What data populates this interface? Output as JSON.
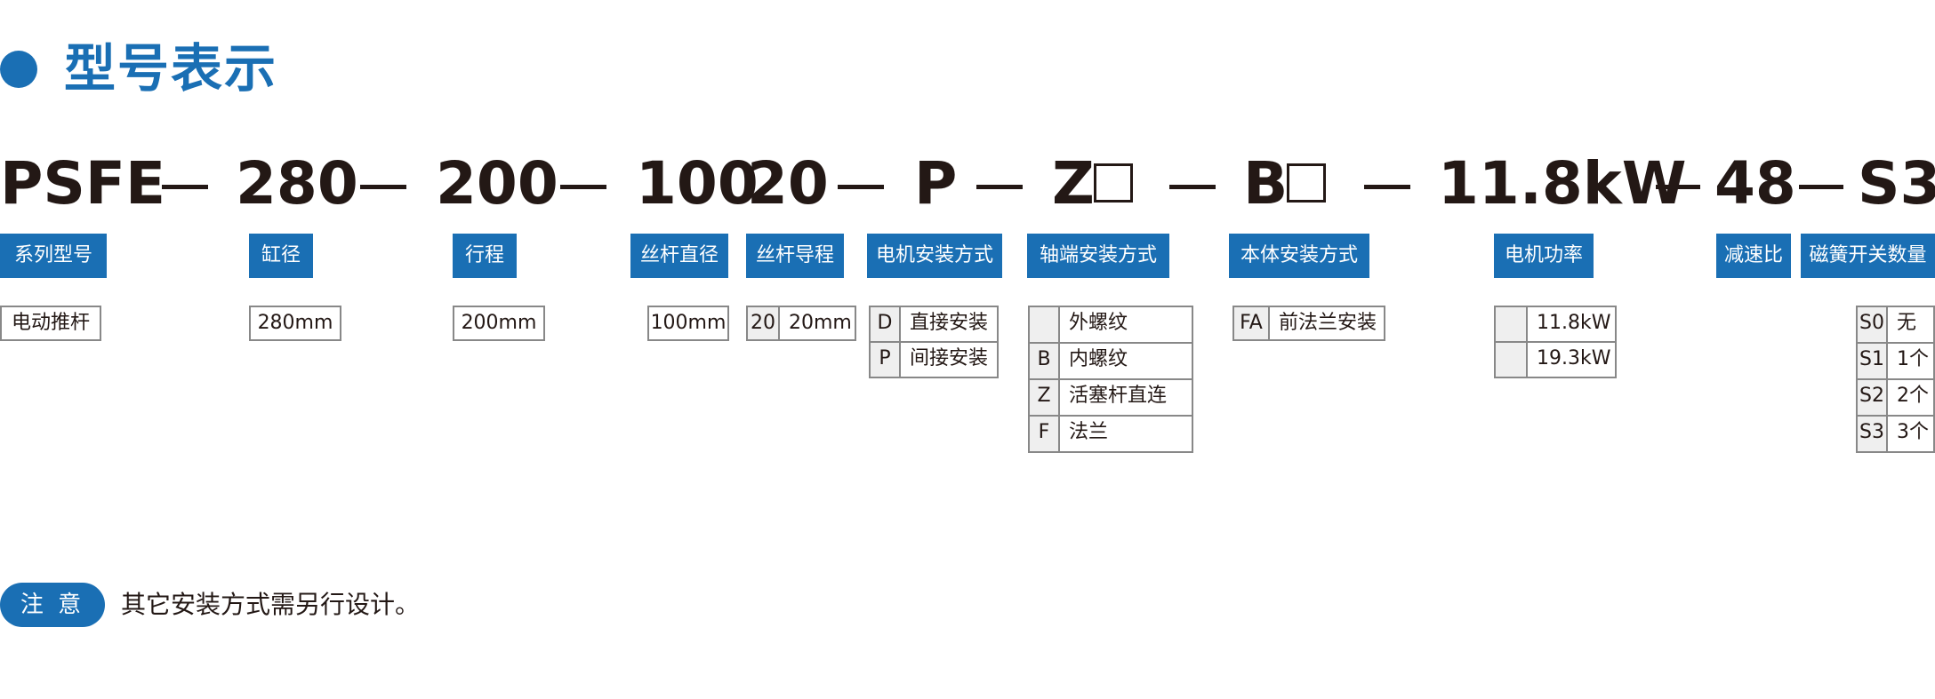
{
  "header": {
    "title": "型号表示"
  },
  "code_line": {
    "series": "PSFE",
    "bore": "280",
    "stroke": "200",
    "screw_dia": "100",
    "lead": "20",
    "motor_mount": "P",
    "rod_end": "Z",
    "body_mount": "B",
    "power": "11.8kW",
    "ratio": "48",
    "switch": "S3"
  },
  "labels": {
    "series": "系列型号",
    "bore": "缸径",
    "stroke": "行程",
    "screw_dia": "丝杆直径",
    "lead": "丝杆导程",
    "motor_mount": "电机安装方式",
    "rod_end": "轴端安装方式",
    "body_mount": "本体安装方式",
    "power": "电机功率",
    "ratio": "减速比",
    "switch": "磁簧开关数量"
  },
  "tables": {
    "series": "电动推杆",
    "bore": "280mm",
    "stroke": "200mm",
    "screw_dia": "100mm",
    "lead": {
      "code": "20",
      "value": "20mm"
    },
    "motor_mount": [
      {
        "code": "D",
        "value": "直接安装"
      },
      {
        "code": "P",
        "value": "间接安装"
      }
    ],
    "rod_end": [
      {
        "code": "",
        "value": "外螺纹"
      },
      {
        "code": "B",
        "value": "内螺纹"
      },
      {
        "code": "Z",
        "value": "活塞杆直连"
      },
      {
        "code": "F",
        "value": "法兰"
      }
    ],
    "body_mount": {
      "code": "FA",
      "value": "前法兰安装"
    },
    "power": [
      {
        "code": "",
        "value": "11.8kW"
      },
      {
        "code": "",
        "value": "19.3kW"
      }
    ],
    "switch": [
      {
        "code": "S0",
        "value": "无"
      },
      {
        "code": "S1",
        "value": "1个"
      },
      {
        "code": "S2",
        "value": "2个"
      },
      {
        "code": "S3",
        "value": "3个"
      }
    ]
  },
  "note": {
    "badge": "注 意",
    "text": "其它安装方式需另行设计。"
  }
}
